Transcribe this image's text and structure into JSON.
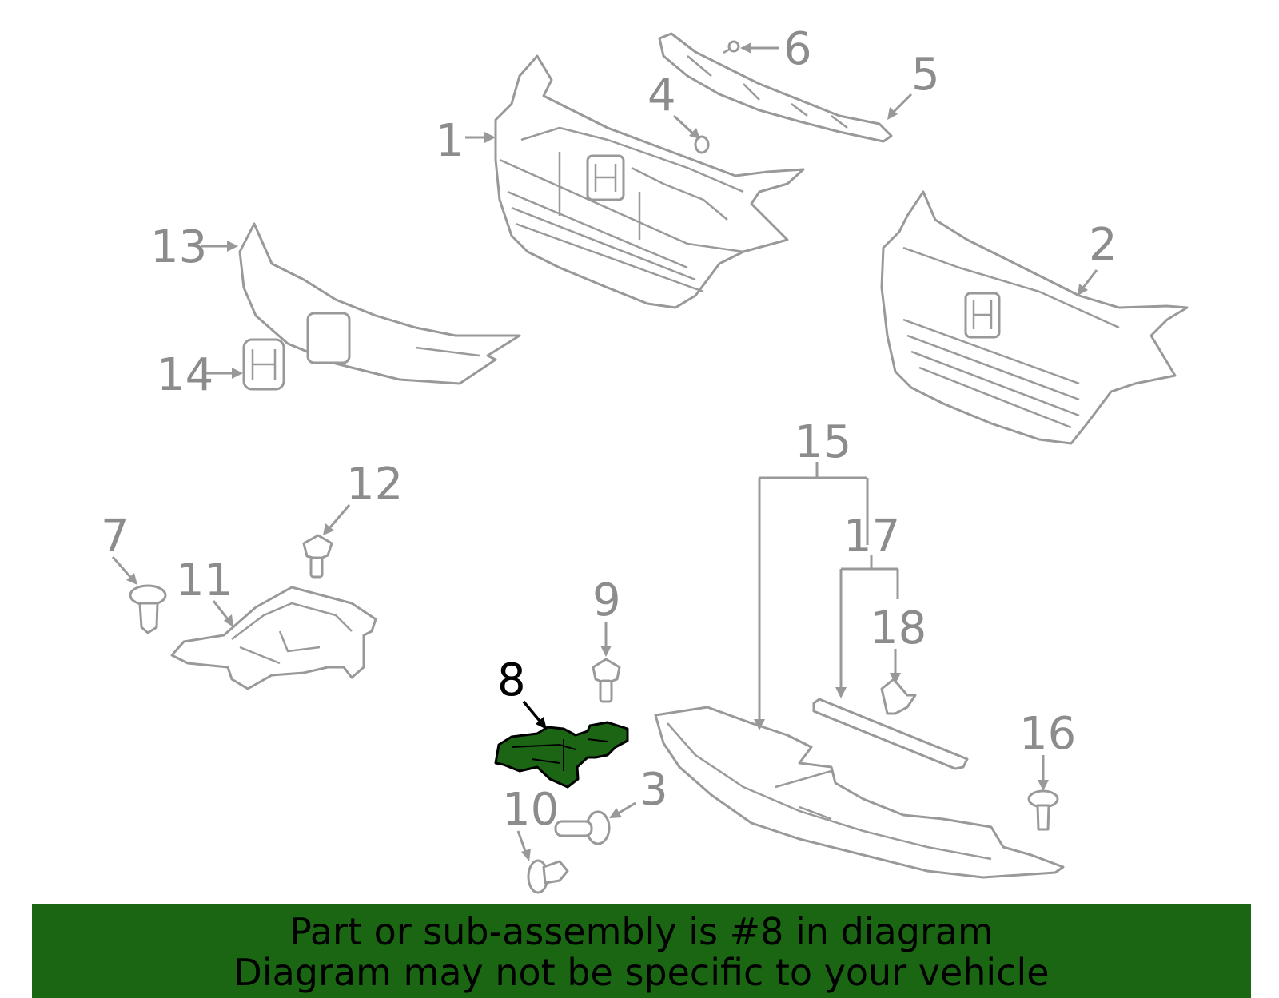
{
  "diagram": {
    "highlight_color": "#1b6514",
    "line_color": "#999999",
    "callouts": [
      {
        "id": "1",
        "label": "1"
      },
      {
        "id": "2",
        "label": "2"
      },
      {
        "id": "3",
        "label": "3"
      },
      {
        "id": "4",
        "label": "4"
      },
      {
        "id": "5",
        "label": "5"
      },
      {
        "id": "6",
        "label": "6"
      },
      {
        "id": "7",
        "label": "7"
      },
      {
        "id": "8",
        "label": "8",
        "highlighted": true
      },
      {
        "id": "9",
        "label": "9"
      },
      {
        "id": "10",
        "label": "10"
      },
      {
        "id": "11",
        "label": "11"
      },
      {
        "id": "12",
        "label": "12"
      },
      {
        "id": "13",
        "label": "13"
      },
      {
        "id": "14",
        "label": "14"
      },
      {
        "id": "15",
        "label": "15"
      },
      {
        "id": "16",
        "label": "16"
      },
      {
        "id": "17",
        "label": "17"
      },
      {
        "id": "18",
        "label": "18"
      }
    ]
  },
  "banner": {
    "background": "#1a6612",
    "line1": "Part or sub-assembly is #8 in diagram",
    "line2": "Diagram may not be specific to your vehicle"
  }
}
